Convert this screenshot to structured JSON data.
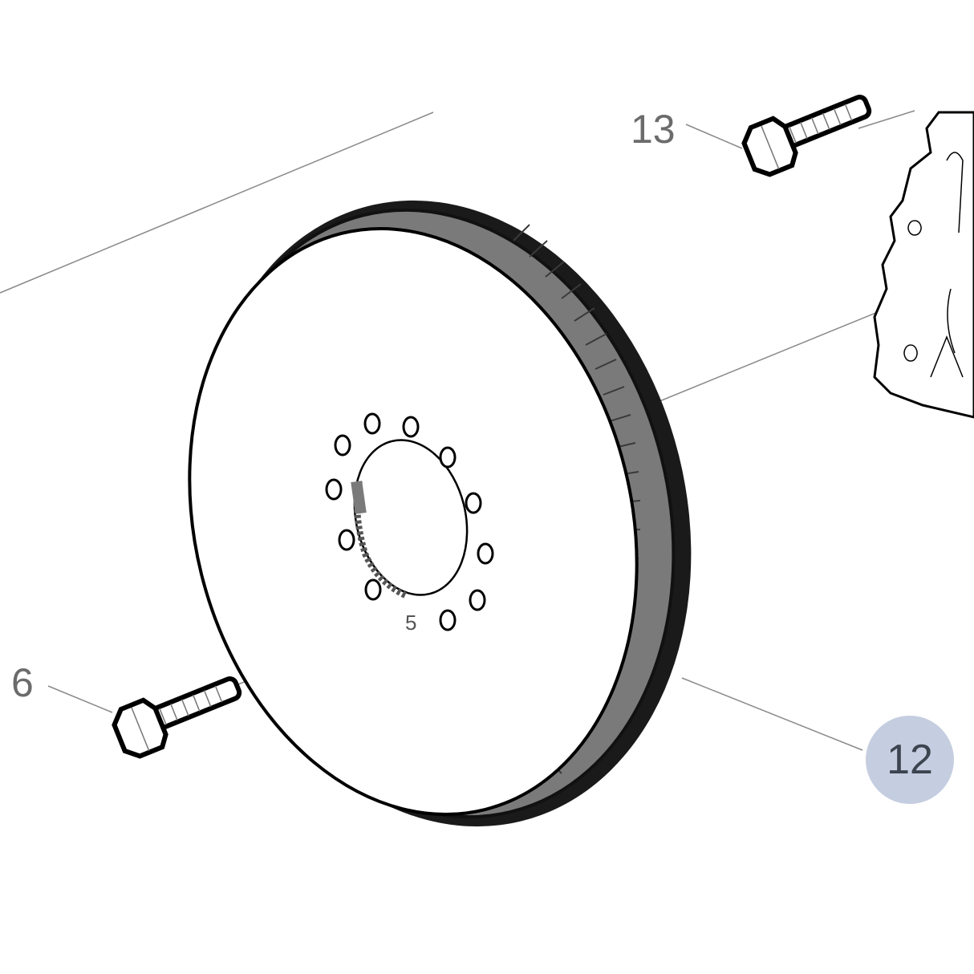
{
  "diagram": {
    "type": "exploded parts diagram",
    "subject": "crankshaft vibration damper / pulley assembly",
    "colors": {
      "line": "#000000",
      "leader_line": "#8a8a8a",
      "rim_fill": "#7a7a7a",
      "label_text": "#6b6b6b",
      "highlight_badge": "#c5cde0",
      "highlight_text": "#3c4450"
    },
    "parts": [
      {
        "id": "part-13",
        "label": "13",
        "name": "bolt (upper)",
        "highlighted": false
      },
      {
        "id": "part-6",
        "label": "6",
        "name": "bolt (lower)",
        "highlighted": false
      },
      {
        "id": "part-12",
        "label": "12",
        "name": "vibration damper / pulley",
        "highlighted": true
      }
    ],
    "details": {
      "bolt_hole_count": 12,
      "hole_marker": "5"
    }
  },
  "labels": {
    "part_13": "13",
    "part_6": "6",
    "part_12": "12",
    "hole_marker": "5"
  }
}
